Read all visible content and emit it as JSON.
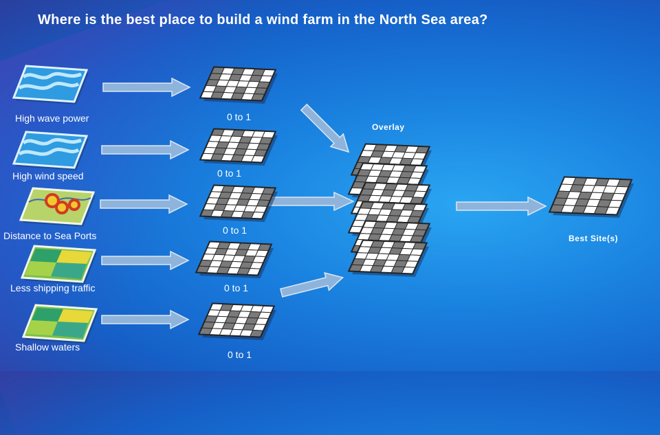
{
  "title": "Where is the best place to build a wind farm in the North Sea area?",
  "criteria": [
    {
      "label": "High wave power",
      "icon": "wave-map-icon",
      "scale": "0 to 1"
    },
    {
      "label": "High wind speed",
      "icon": "wave-map-icon",
      "scale": "0 to 1"
    },
    {
      "label": "Distance to Sea Ports",
      "icon": "ports-map-icon",
      "scale": "0 to 1"
    },
    {
      "label": "Less shipping traffic",
      "icon": "heat-map-icon",
      "scale": "0 to 1"
    },
    {
      "label": "Shallow waters",
      "icon": "heat-map-icon",
      "scale": "0 to 1"
    }
  ],
  "overlay_label": "Overlay",
  "result_label": "Best Site(s)",
  "colors": {
    "grid_dark": "#7a7a7a",
    "grid_light": "#ffffff",
    "arrow": "#8fb4dc"
  }
}
